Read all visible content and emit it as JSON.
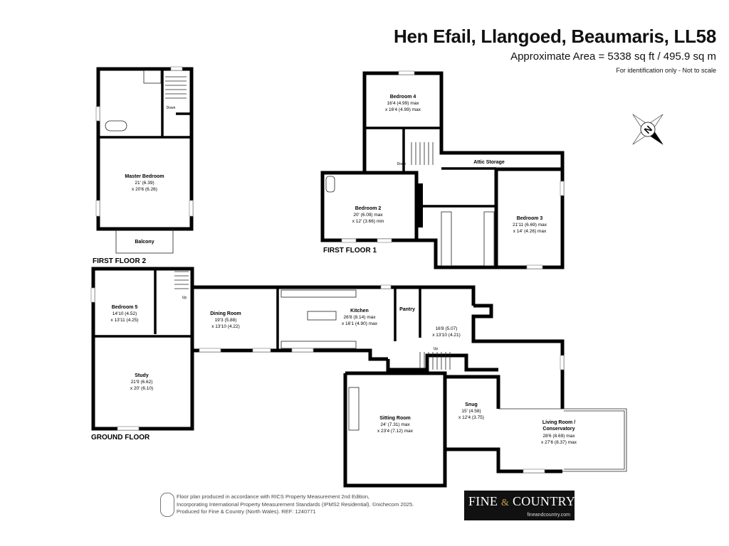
{
  "header": {
    "title": "Hen Efail, Llangoed, Beaumaris, LL58",
    "area": "Approximate Area = 5338 sq ft / 495.9 sq m",
    "note": "For identification only - Not to scale"
  },
  "compass": {
    "label": "N",
    "icon": "compass-icon"
  },
  "floors": {
    "first_floor_2": {
      "label": "FIRST FLOOR 2",
      "rooms": [
        {
          "name": "Master Bedroom",
          "dim1": "21' (6.39)",
          "dim2": "x 20'6 (6.26)"
        },
        {
          "name": "Balcony"
        }
      ],
      "stairs_label": "Down"
    },
    "first_floor_1": {
      "label": "FIRST FLOOR 1",
      "rooms": [
        {
          "name": "Bedroom 4",
          "dim1": "16'4 (4.99) max",
          "dim2": "x 16'4 (4.99) max"
        },
        {
          "name": "Bedroom 2",
          "dim1": "20' (6.09) max",
          "dim2": "x 12' (3.66) min"
        },
        {
          "name": "Attic Storage"
        },
        {
          "name": "Bedroom 3",
          "dim1": "21'11 (6.69) max",
          "dim2": "x 14' (4.26) max"
        }
      ],
      "stairs_label": "Down"
    },
    "ground_floor": {
      "label": "GROUND FLOOR",
      "rooms": [
        {
          "name": "Bedroom 5",
          "dim1": "14'10 (4.52)",
          "dim2": "x 13'11 (4.25)"
        },
        {
          "name": "Study",
          "dim1": "21'9 (6.62)",
          "dim2": "x 20' (6.10)"
        },
        {
          "name": "Dining Room",
          "dim1": "19'3 (5.88)",
          "dim2": "x 13'10 (4.22)"
        },
        {
          "name": "Kitchen",
          "dim1": "26'8 (8.14) max",
          "dim2": "x 16'1 (4.90) max"
        },
        {
          "name": "Pantry"
        },
        {
          "name": "",
          "dim1": "16'8 (5.07)",
          "dim2": "x 13'10 (4.21)"
        },
        {
          "name": "Sitting Room",
          "dim1": "24' (7.31) max",
          "dim2": "x 23'4 (7.12) max"
        },
        {
          "name": "Snug",
          "dim1": "15' (4.58)",
          "dim2": "x 12'4 (3.75)"
        },
        {
          "name": "Living Room /",
          "name2": "Conservatory",
          "dim1": "28'6 (8.69) max",
          "dim2": "x 27'6 (8.37) max"
        }
      ],
      "stairs_label": "Up"
    }
  },
  "footer": {
    "line1": "Floor plan produced in accordance with RICS Property Measurement 2nd Edition,",
    "line2": "Incorporating International Property Measurement Standards (IPMS2 Residential).   ©nichecom 2025.",
    "line3": "Produced for Fine & Country (North Wales).   REF: 1240771"
  },
  "logo": {
    "text": "FINE & COUNTRY",
    "url": "fineandcountry.com"
  }
}
